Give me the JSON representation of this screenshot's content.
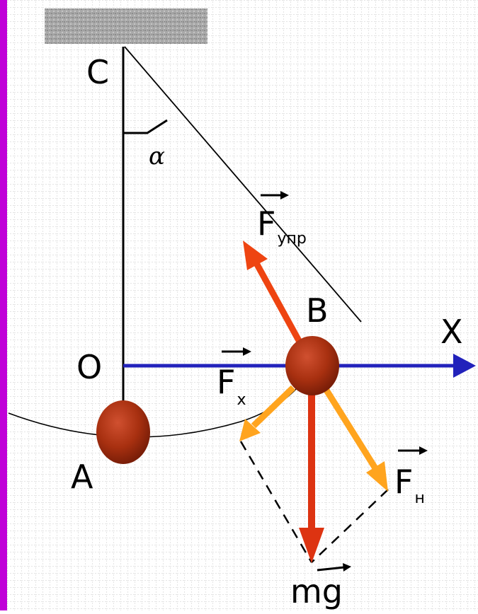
{
  "labels": {
    "suspension_point": "C",
    "angle": "α",
    "equilibrium_point": "O",
    "lowest_position": "A",
    "displaced_position": "B",
    "axis": "X"
  },
  "forces": {
    "elastic": {
      "symbol": "F",
      "subscript": "упр"
    },
    "component_x": {
      "symbol": "F",
      "subscript": "x"
    },
    "component_n": {
      "symbol": "F",
      "subscript": "н"
    },
    "gravity": {
      "symbol": "mg"
    }
  },
  "colors": {
    "background": "#ffffff",
    "grid": "#c9c9c9",
    "left_border": "#c000d8",
    "ceiling": "#a9a9a9",
    "thread": "#000000",
    "axis": "#2222bb",
    "elastic_force": "#ee4411",
    "gravity_force": "#dd3311",
    "component_force": "#ffa41e",
    "bob": "#a83010",
    "bob_highlight": "#d05030"
  }
}
